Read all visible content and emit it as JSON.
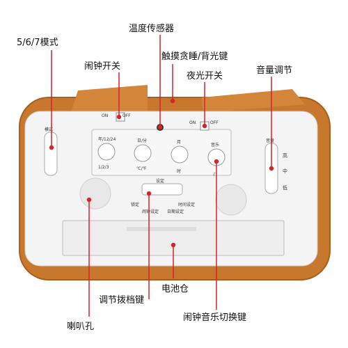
{
  "callouts": {
    "mode": "5/6/7模式",
    "temp_sensor": "温度传感器",
    "alarm_switch": "闹钟开关",
    "snooze": "触摸贪睡/背光键",
    "night_light": "夜光开关",
    "volume": "音量调节",
    "slide_key": "调节拨档键",
    "battery": "电池仓",
    "speaker": "喇叭孔",
    "music_key": "闹钟音乐切换键"
  },
  "device": {
    "on_left": "ON",
    "off_left": "OFF",
    "on_right": "ON",
    "off_right": "OFF",
    "mode_label": "模式",
    "volume_label": "音量",
    "vol_high": "高",
    "vol_mid": "中",
    "vol_low": "低",
    "btn1_top": "年/12/24",
    "btn1_bottom": "1/2/3",
    "btn2_top": "日/分",
    "btn2_bottom": "℃/℉",
    "btn3_top": "月",
    "btn3_bottom": "时",
    "btn4_top": "音乐",
    "btn4_bottom": "♪",
    "slide_top": "设定",
    "slide_l1": "锁定",
    "slide_l2": "闹钟设定",
    "slide_r1": "时间设定",
    "slide_r2": "日期设定"
  },
  "colors": {
    "wood": "#c8782c",
    "panel": "#f4f4f4",
    "callout_line": "#d8232a"
  }
}
